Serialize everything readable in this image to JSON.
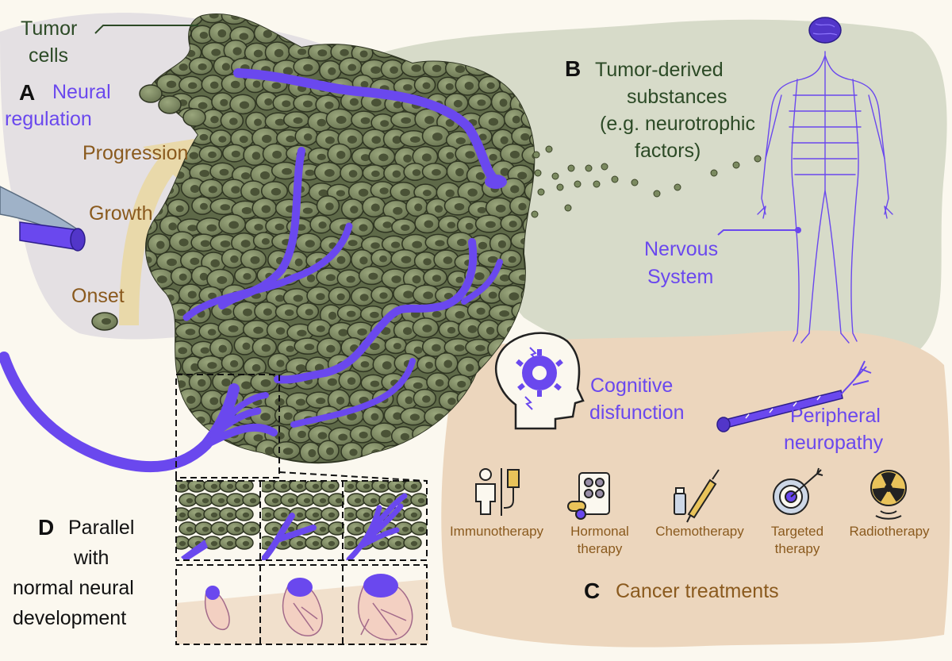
{
  "colors": {
    "background": "#fbf8ef",
    "tumor_cell": "#7e8a64",
    "tumor_cell_dark": "#4a5236",
    "nerve": "#6a48ee",
    "dark_green_text": "#2c4a26",
    "brown_text": "#8a5a1e",
    "purple_text": "#6a48ee",
    "panel_b_bg": "#d9dccb",
    "panel_c_bg": "#ecd7bf",
    "panel_a_bg": "#e3dfe4",
    "growth_arrow": "#ead9a3"
  },
  "labels": {
    "tumor_cells": [
      "Tumor",
      "cells"
    ],
    "panel_a_letter": "A",
    "neural_regulation": [
      "Neural",
      "regulation"
    ],
    "progression": "Progression",
    "growth": "Growth",
    "onset": "Onset",
    "panel_b_letter": "B",
    "tumor_derived": [
      "Tumor-derived",
      "substances",
      "(e.g. neurotrophic",
      "factors)"
    ],
    "nervous_system": [
      "Nervous",
      "System"
    ],
    "cognitive": [
      "Cognitive",
      "disfunction"
    ],
    "peripheral": [
      "Peripheral",
      "neuropathy"
    ],
    "panel_c_letter": "C",
    "cancer_treatments": "Cancer treatments",
    "panel_d_letter": "D",
    "parallel": [
      "Parallel",
      "with",
      "normal neural",
      "development"
    ]
  },
  "treatments": [
    {
      "label": [
        "Immunotherapy"
      ],
      "icon": "iv-drip-patient-icon"
    },
    {
      "label": [
        "Hormonal",
        "therapy"
      ],
      "icon": "pill-blister-icon"
    },
    {
      "label": [
        "Chemotherapy"
      ],
      "icon": "vial-syringe-icon"
    },
    {
      "label": [
        "Targeted",
        "therapy"
      ],
      "icon": "target-dart-icon"
    },
    {
      "label": [
        "Radiotherapy"
      ],
      "icon": "radiation-hazard-icon"
    }
  ]
}
